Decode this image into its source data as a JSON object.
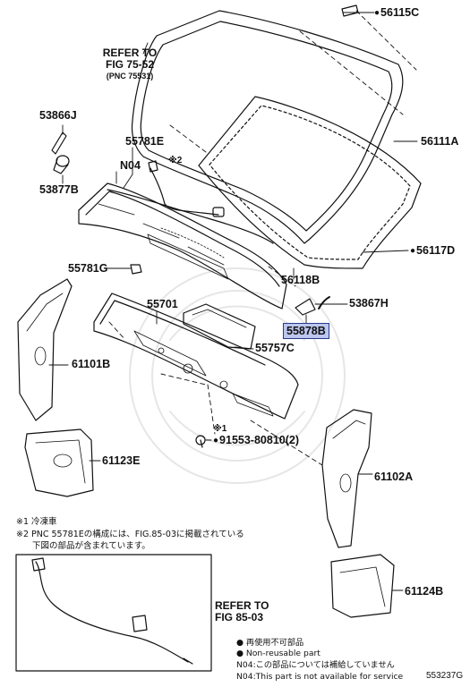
{
  "labels": {
    "p56115C": "56115C",
    "p56111A": "56111A",
    "p56117D": "56117D",
    "p56118B": "56118B",
    "p53866J": "53866J",
    "p53877B": "53877B",
    "p55781E": "55781E",
    "pN04": "N04",
    "p55781G": "55781G",
    "p55701": "55701",
    "p55878B": "55878B",
    "p53867H": "53867H",
    "p55757C": "55757C",
    "p61101B": "61101B",
    "p61123E": "61123E",
    "p91553": "91553-80810(2)",
    "p61102A": "61102A",
    "p61124B": "61124B",
    "mark_x2": "※2",
    "mark_x1": "※1"
  },
  "refs": {
    "top_line1": "REFER TO",
    "top_line2": "FIG 75-52",
    "top_pnc": "(PNC 75531)",
    "bottom_line1": "REFER TO",
    "bottom_line2": "FIG 85-03"
  },
  "notes": {
    "n1": "※1 冷凍車",
    "n2a": "※2 PNC 55781Eの構成には、FIG.85-03に掲載されている",
    "n2b": "下図の部品が含まれています。"
  },
  "legend": {
    "l1": "● 再使用不可部品",
    "l2": "● Non-reusable part",
    "l3": "N04:この部品については補給していません",
    "l4": "N04:This part is not available for service"
  },
  "diagram_number": "553237G",
  "colors": {
    "highlight_fill": "#bcc6ee",
    "highlight_border": "#283a8c",
    "line": "#111111"
  }
}
